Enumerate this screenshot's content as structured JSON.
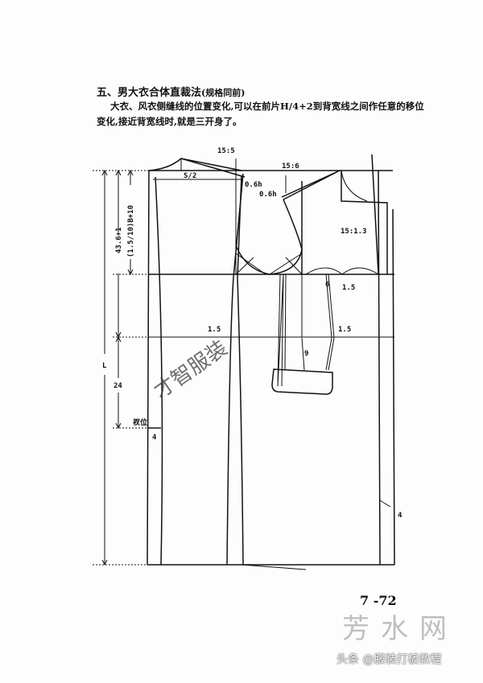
{
  "heading": {
    "title": "五、男大衣合体直裁法",
    "title_note": "(规格同前)",
    "para_line1": "大衣、风衣侧缝线的位置变化,可以在前片H/4+2到背宽线之间作任意的移位",
    "para_line2": "变化,接近背宽线时,就是三开身了。"
  },
  "labels": {
    "back_neck_ratio": "15:5",
    "shoulder_half": "S/2",
    "back_shoulder_ease": "0.6h",
    "front_shoulder_ease": "0.6h",
    "front_shoulder_ratio": "15:6",
    "front_neck_ratio": "15:1.3",
    "dart_6": "6",
    "front_side_1_5": "1.5",
    "waist_side_1_5": "1.5",
    "waist_front_1_5": "1.5",
    "pocket_depth": "9",
    "length": "L",
    "back_length": "43.6+1",
    "armhole_depth": "(1.5/10)B+10",
    "hip_to_vent": "24",
    "vent_position": "衩位",
    "vent_width": "4",
    "front_hem": "4"
  },
  "page_number": "7 -72",
  "watermarks": {
    "center": "才智服装",
    "site": "芳水网",
    "credit": "头条 @服装打板教程"
  }
}
